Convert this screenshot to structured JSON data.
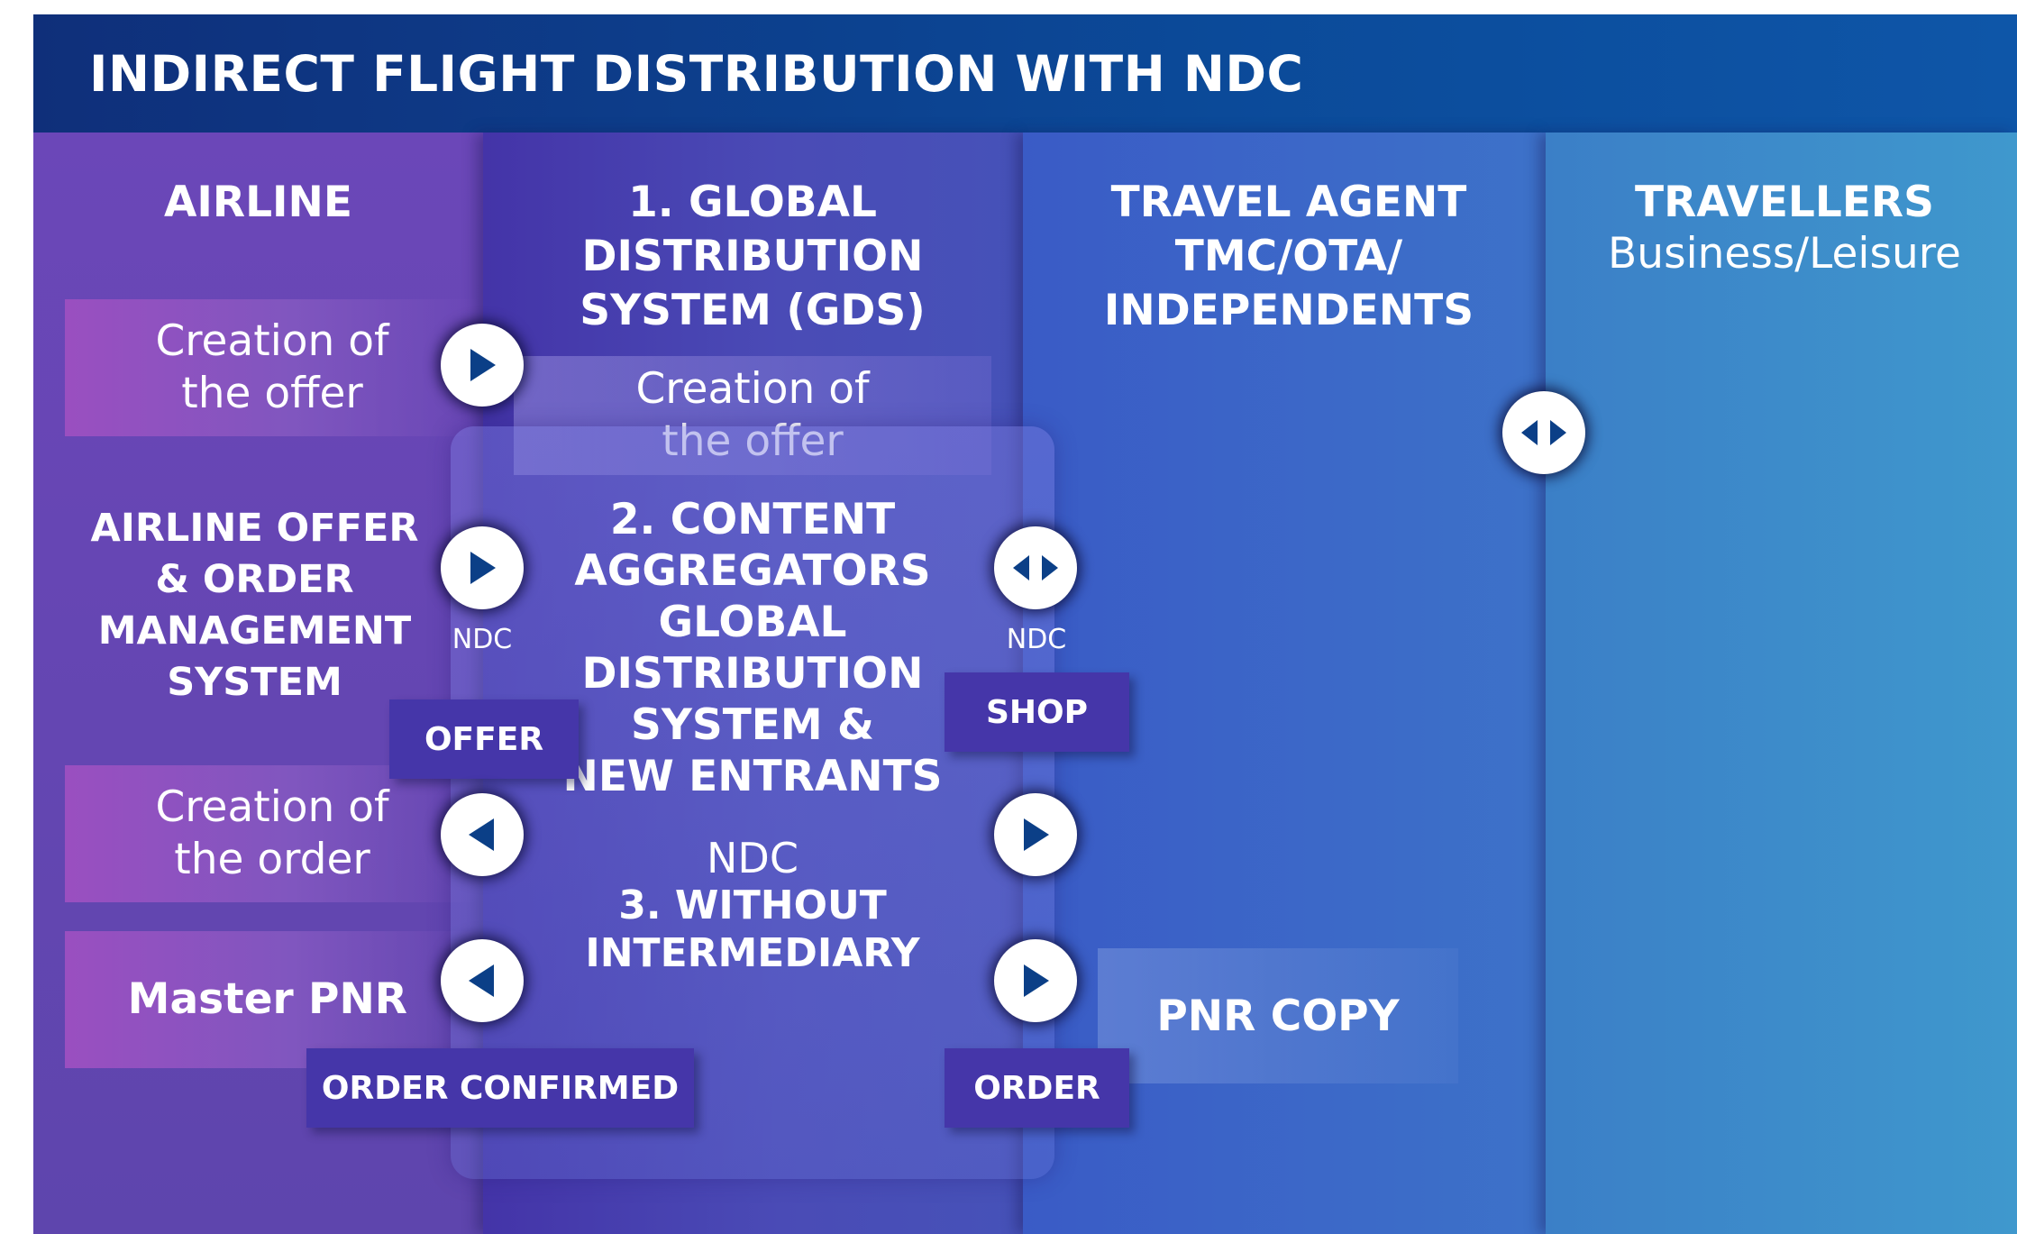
{
  "title": "INDIRECT FLIGHT DISTRIBUTION WITH NDC",
  "columns": {
    "airline": {
      "title": "AIRLINE",
      "offer_box": [
        "Creation of",
        "the offer"
      ],
      "system": [
        "AIRLINE OFFER",
        "& ORDER",
        "MANAGEMENT",
        "SYSTEM"
      ],
      "order_box": [
        "Creation of",
        "the order"
      ],
      "master_pnr": "Master PNR"
    },
    "gds": {
      "title": [
        "1.  GLOBAL",
        "DISTRIBUTION",
        "SYSTEM (GDS)"
      ],
      "offer_box": [
        "Creation of",
        "the offer"
      ],
      "aggregators": [
        "2. CONTENT",
        "AGGREGATORS",
        "GLOBAL",
        "DISTRIBUTION",
        "SYSTEM &",
        "NEW ENTRANTS"
      ],
      "ndc": "NDC",
      "without": [
        "3. WITHOUT",
        "INTERMEDIARY"
      ]
    },
    "agent": {
      "title": [
        "TRAVEL AGENT",
        "TMC/OTA/",
        "INDEPENDENTS"
      ],
      "pnr_copy": "PNR COPY"
    },
    "travellers": {
      "title": "TRAVELLERS",
      "subtitle": "Business/Leisure"
    }
  },
  "labels": {
    "ndc_left": "NDC",
    "ndc_right": "NDC",
    "offer": "OFFER",
    "shop": "SHOP",
    "order_confirmed": "ORDER CONFIRMED",
    "order": "ORDER"
  },
  "colors": {
    "header": "#0b4a99",
    "airline": "#6b47b8",
    "gds": "#4a4bb6",
    "agent": "#3d72c9",
    "travellers": "#3f98cd",
    "arrow": "#0b3f87"
  },
  "icons": {
    "right": "arrow-right-icon",
    "left": "arrow-left-icon",
    "both": "arrow-both-icon"
  }
}
